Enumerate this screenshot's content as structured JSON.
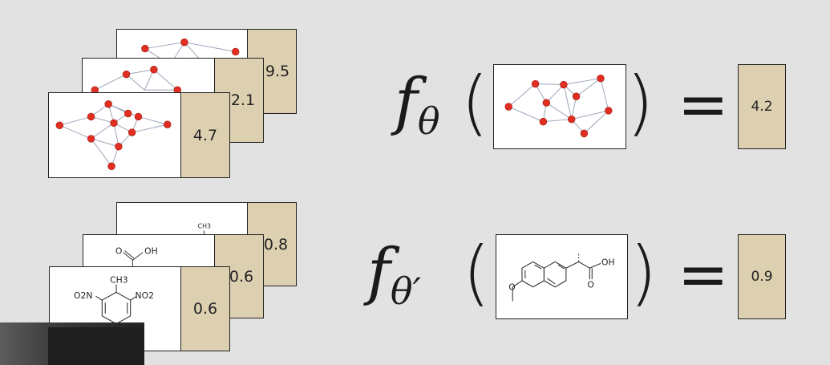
{
  "graph_examples": {
    "labels": [
      "9.5",
      "2.1",
      "4.7"
    ]
  },
  "graph_equation": {
    "function_symbol": "f",
    "parameter": "θ",
    "open_paren": "(",
    "close_paren": ")",
    "equals": "=",
    "output": "4.2"
  },
  "molecule_examples": {
    "labels": [
      "0.8",
      "0.6",
      "0.6"
    ],
    "back_molecule_text": "CH3",
    "middle_molecule_text": [
      "O",
      "OH"
    ],
    "front_molecule_text": [
      "O2N",
      "CH3",
      "NO2"
    ]
  },
  "molecule_equation": {
    "function_symbol": "f",
    "parameter": "θ′",
    "open_paren": "(",
    "close_paren": ")",
    "equals": "=",
    "output": "0.9",
    "molecule_text": [
      "OH",
      "O",
      "O"
    ]
  },
  "colors": {
    "background": "#e2e2e2",
    "label_fill": "#ddd0b0",
    "node": "#e02f22",
    "edge": "#9aa6b8"
  }
}
